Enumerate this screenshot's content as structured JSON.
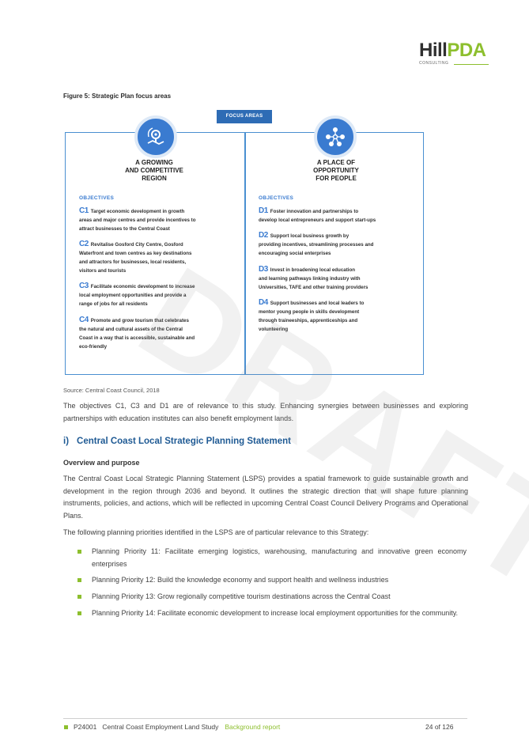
{
  "logo": {
    "brand_a": "Hill",
    "brand_b": "PDA",
    "tagline": "CONSULTING"
  },
  "figure": {
    "caption": "Figure 5: Strategic Plan focus areas",
    "tag": "FOCUS AREAS",
    "left": {
      "title": [
        "A GROWING",
        "AND COMPETITIVE",
        "REGION"
      ],
      "objectives_heading": "OBJECTIVES",
      "items": [
        {
          "code": "C1",
          "lines": [
            "Target economic development in growth",
            "areas and major centres and provide incentives to",
            "attract businesses to the Central Coast"
          ]
        },
        {
          "code": "C2",
          "lines": [
            "Revitalise Gosford City Centre, Gosford",
            "Waterfront and town centres as key destinations",
            "and attractors for businesses, local residents,",
            "visitors and tourists"
          ]
        },
        {
          "code": "C3",
          "lines": [
            "Facilitate economic development to increase",
            "local employment opportunities and provide a",
            "range of jobs for all residents"
          ]
        },
        {
          "code": "C4",
          "lines": [
            "Promote and grow tourism that celebrates",
            "the natural and cultural assets of the Central",
            "Coast in a way that is accessible, sustainable and",
            "eco-friendly"
          ]
        }
      ]
    },
    "right": {
      "title": [
        "A PLACE OF",
        "OPPORTUNITY",
        "FOR PEOPLE"
      ],
      "objectives_heading": "OBJECTIVES",
      "items": [
        {
          "code": "D1",
          "lines": [
            "Foster innovation and partnerships to",
            "develop local entrepreneurs and support start-ups"
          ]
        },
        {
          "code": "D2",
          "lines": [
            "Support local business growth by",
            "providing incentives, streamlining processes and",
            "encouraging social enterprises"
          ]
        },
        {
          "code": "D3",
          "lines": [
            "Invest in broadening local education",
            "and learning pathways linking industry with",
            "Universities, TAFE and other training providers"
          ]
        },
        {
          "code": "D4",
          "lines": [
            "Support businesses and local leaders to",
            "mentor young people in skills development",
            "through traineeships, apprenticeships and",
            "volunteering"
          ]
        }
      ]
    },
    "source": "Source: Central Coast Council, 2018"
  },
  "body": {
    "para1": "The objectives C1, C3 and D1 are of relevance to this study. Enhancing synergies between businesses and exploring partnerships with education institutes can also benefit employment lands.",
    "section_number": "i)",
    "section_title": "Central Coast Local Strategic Planning Statement",
    "subheading": "Overview and purpose",
    "para2": "The Central Coast Local Strategic Planning Statement (LSPS) provides a spatial framework to guide sustainable growth and development in the region through 2036 and beyond. It outlines the strategic direction that will shape future planning instruments, policies, and actions, which will be reflected in upcoming Central Coast Council Delivery Programs and Operational Plans.",
    "para3": "The following planning priorities identified in the LSPS are of particular relevance to this Strategy:",
    "bullets": [
      "Planning Priority 11: Facilitate emerging logistics, warehousing, manufacturing and innovative green economy enterprises",
      "Planning Priority 12: Build the knowledge economy and support health and wellness industries",
      "Planning Priority 13: Grow regionally competitive tourism destinations across the Central Coast",
      "Planning Priority 14: Facilitate economic development to increase local employment opportunities for the community."
    ]
  },
  "footer": {
    "project": "P24001",
    "title": "Central Coast Employment Land Study",
    "report": "Background report",
    "page": "24 of 126"
  },
  "watermark": "DRAFT",
  "colors": {
    "accent_blue": "#3a7bd0",
    "heading_blue": "#1f5a94",
    "brand_green": "#8dbf2e"
  }
}
